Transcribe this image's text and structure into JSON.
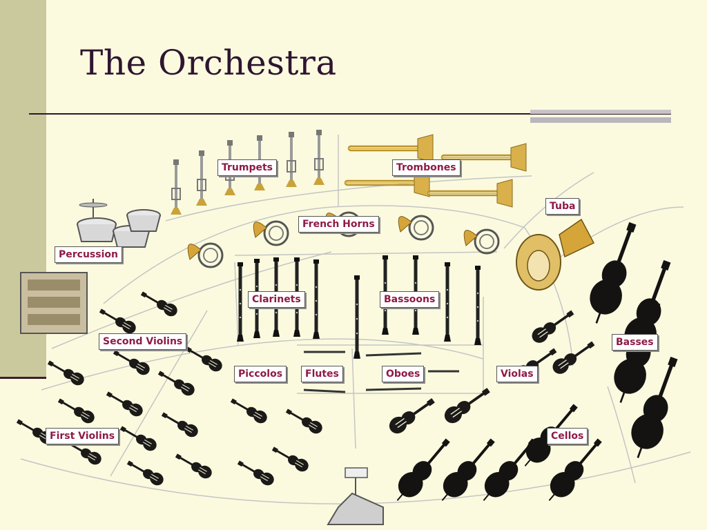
{
  "slide": {
    "title": "The Orchestra"
  },
  "sections": [
    {
      "id": "trumpets",
      "label": "Trumpets"
    },
    {
      "id": "trombones",
      "label": "Trombones"
    },
    {
      "id": "tuba",
      "label": "Tuba"
    },
    {
      "id": "percussion",
      "label": "Percussion"
    },
    {
      "id": "french-horns",
      "label": "French Horns"
    },
    {
      "id": "clarinets",
      "label": "Clarinets"
    },
    {
      "id": "bassoons",
      "label": "Bassoons"
    },
    {
      "id": "basses",
      "label": "Basses"
    },
    {
      "id": "second-violins",
      "label": "Second Violins"
    },
    {
      "id": "piccolos",
      "label": "Piccolos"
    },
    {
      "id": "flutes",
      "label": "Flutes"
    },
    {
      "id": "oboes",
      "label": "Oboes"
    },
    {
      "id": "violas",
      "label": "Violas"
    },
    {
      "id": "first-violins",
      "label": "First Violins"
    },
    {
      "id": "cellos",
      "label": "Cellos"
    }
  ],
  "colors": {
    "background": "#fbfadf",
    "sidebar": "#cac99e",
    "title": "#2e1530",
    "label_text": "#8e1a46",
    "brass": "#d6a53a",
    "strings": "#1b1a18"
  },
  "icons": [
    "trumpet-icon",
    "trombone-icon",
    "tuba-icon",
    "french-horn-icon",
    "percussion-icon",
    "clarinet-icon",
    "bassoon-icon",
    "flute-icon",
    "oboe-icon",
    "violin-icon",
    "viola-icon",
    "cello-icon",
    "double-bass-icon",
    "conductor-podium-icon"
  ]
}
